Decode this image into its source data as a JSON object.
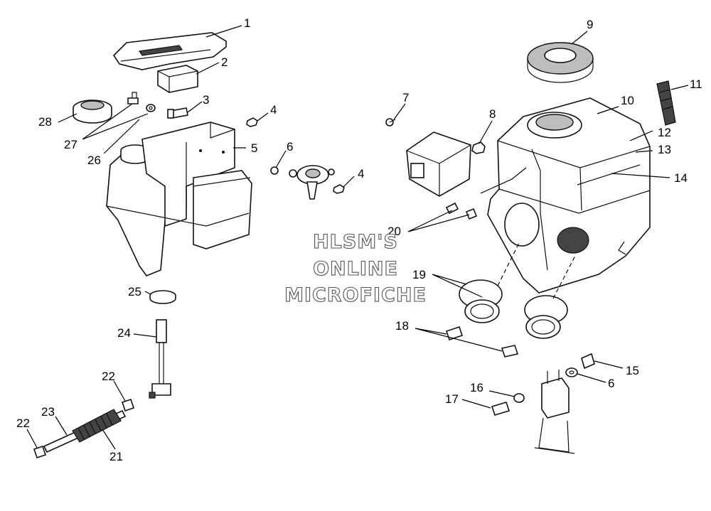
{
  "watermark": {
    "line1": "HLSM'S",
    "line2": "ONLINE",
    "line3": "MICROFICHE"
  },
  "callouts": {
    "c1": "1",
    "c2": "2",
    "c3": "3",
    "c4a": "4",
    "c4b": "4",
    "c5": "5",
    "c6a": "6",
    "c6b": "6",
    "c7": "7",
    "c8": "8",
    "c9": "9",
    "c10": "10",
    "c11": "11",
    "c12": "12",
    "c13": "13",
    "c14": "14",
    "c15": "15",
    "c16": "16",
    "c17": "17",
    "c18": "18",
    "c19": "19",
    "c20": "20",
    "c21": "21",
    "c22a": "22",
    "c22b": "22",
    "c23": "23",
    "c24": "24",
    "c25": "25",
    "c26": "26",
    "c27": "27",
    "c28": "28"
  }
}
